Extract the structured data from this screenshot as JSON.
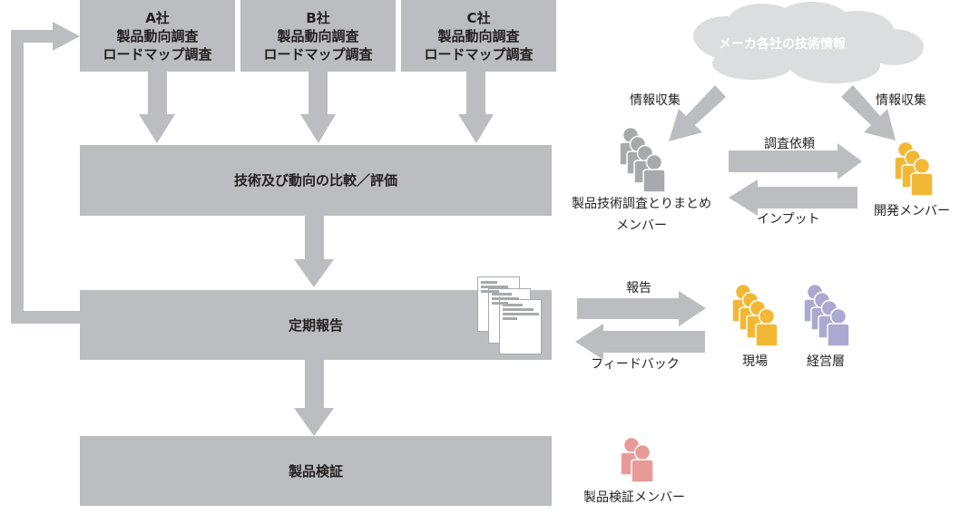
{
  "companies": [
    {
      "name": "A社",
      "line1": "製品動向調査",
      "line2": "ロードマップ調査"
    },
    {
      "name": "B社",
      "line1": "製品動向調査",
      "line2": "ロードマップ調査"
    },
    {
      "name": "C社",
      "line1": "製品動向調査",
      "line2": "ロードマップ調査"
    }
  ],
  "process": {
    "compare": "技術及び動向の比較／評価",
    "report": "定期報告",
    "verify": "製品検証"
  },
  "cloud": {
    "label": "メーカ各社の技術情報"
  },
  "arrows": {
    "collect_left": "情報収集",
    "collect_right": "情報収集",
    "request": "調査依頼",
    "input": "インプット",
    "report": "報告",
    "feedback": "フィードバック"
  },
  "people": {
    "survey_team_line1": "製品技術調査とりまとめ",
    "survey_team_line2": "メンバー",
    "dev_team": "開発メンバー",
    "field": "現場",
    "management": "経営層",
    "verify_team": "製品検証メンバー"
  },
  "colors": {
    "box": "#bcbdc0",
    "gray_person": "#a7a9ac",
    "yellow_person": "#f2b835",
    "purple_person": "#aca9d1",
    "pink_person": "#e89a98",
    "cloud": "#dcddde"
  }
}
